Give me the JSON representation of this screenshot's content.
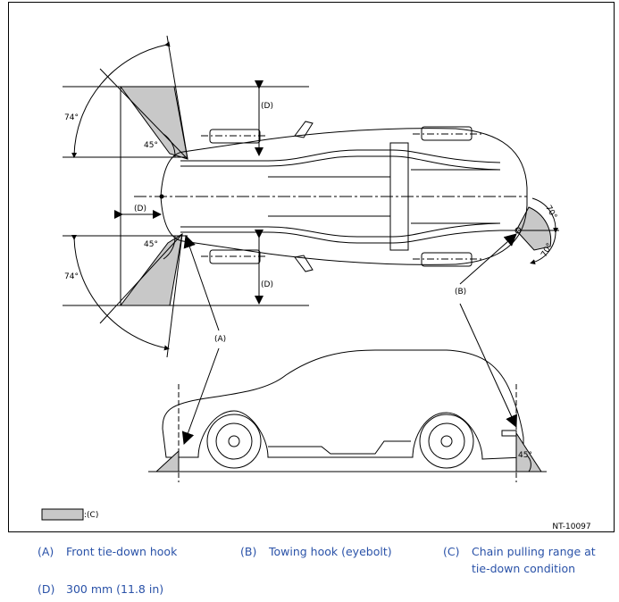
{
  "figure": {
    "code": "NT-10097",
    "angles": {
      "a74": "74°",
      "a45": "45°",
      "a70": "70°"
    },
    "markers": {
      "A": "(A)",
      "B": "(B)",
      "C": "(C)",
      "D": "(D)"
    },
    "swatch_label": ":(C)",
    "colors": {
      "shade": "#c8c8c8",
      "line": "#000000",
      "legend_text": "#2a52a8"
    }
  },
  "legend": [
    {
      "key": "(A)",
      "text": "Front tie-down hook"
    },
    {
      "key": "(B)",
      "text": "Towing hook (eyebolt)"
    },
    {
      "key": "(C)",
      "text": "Chain pulling range at tie-down condition"
    },
    {
      "key": "(D)",
      "text": "300 mm (11.8 in)"
    }
  ]
}
